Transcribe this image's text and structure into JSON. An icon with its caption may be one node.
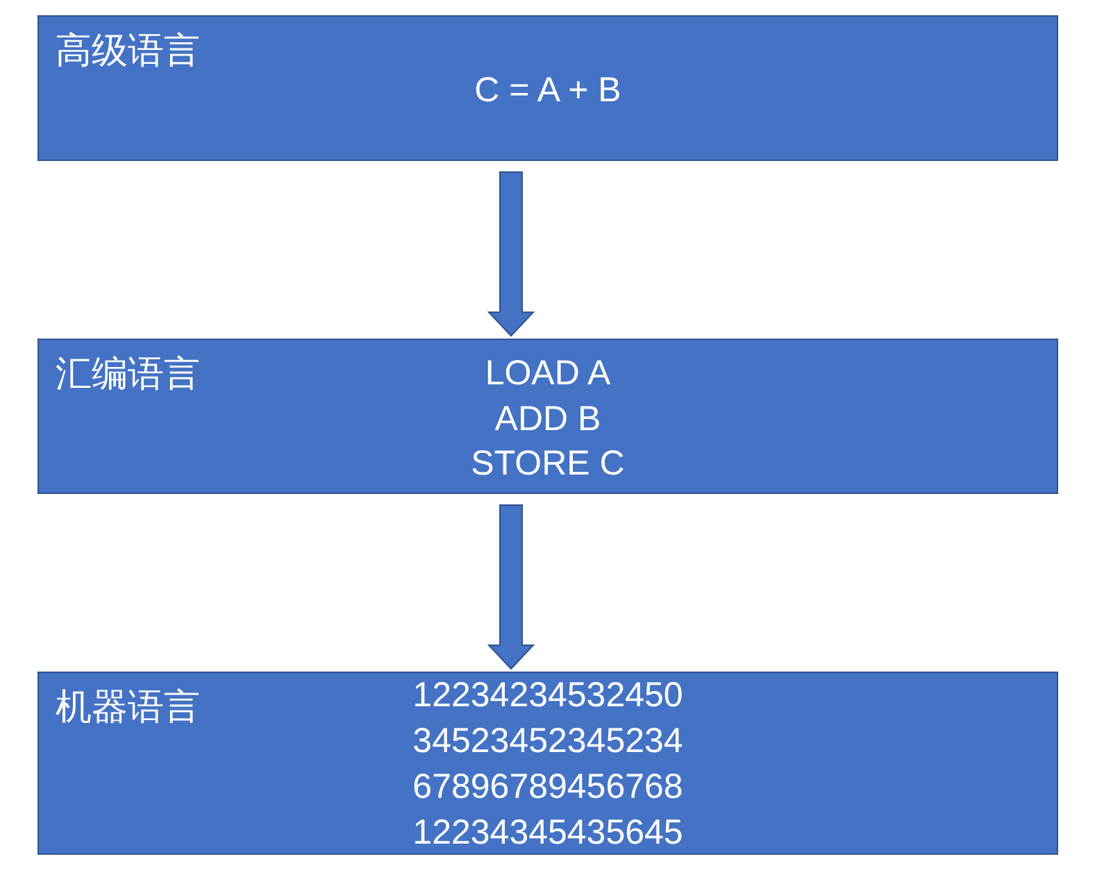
{
  "diagram": {
    "nodes": [
      {
        "text": [
          "高级语言",
          "C = A + B"
        ]
      },
      {
        "text": [
          "汇编语言",
          "LOAD A",
          "ADD B",
          "STORE C"
        ]
      },
      {
        "text": [
          "机器语言",
          "12234234532450",
          "34523452345234",
          "67896789456768",
          "12234345435645"
        ]
      }
    ],
    "edges": [
      {
        "from": 0,
        "to": 1,
        "arrow": "to"
      },
      {
        "from": 1,
        "to": 2,
        "arrow": "to"
      }
    ]
  }
}
